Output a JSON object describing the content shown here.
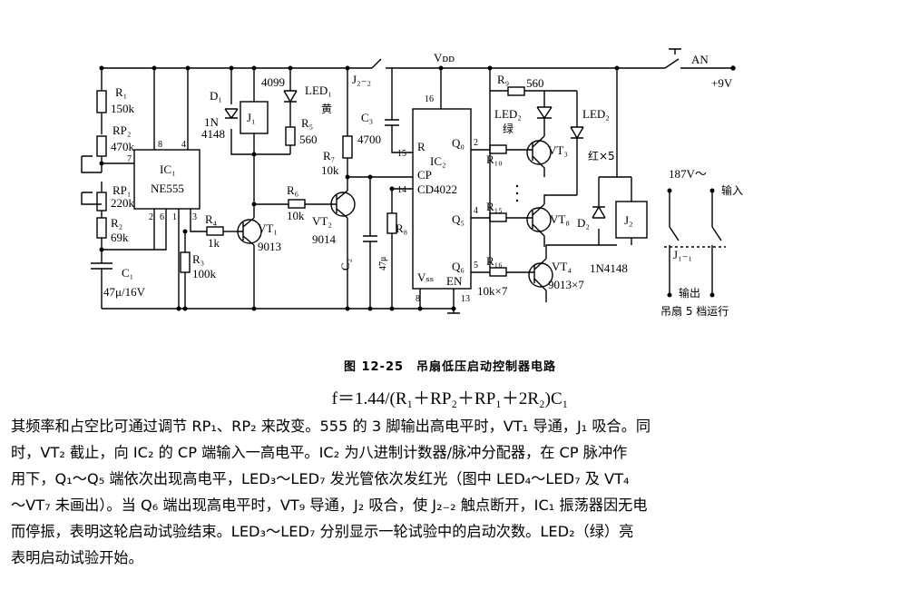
{
  "circuit": {
    "labels": {
      "r1": "R₁",
      "r1_val": "150k",
      "rp2": "RP₂",
      "rp2_val": "470k",
      "rp1": "RP₁",
      "rp1_val": "220k",
      "r2": "R₂",
      "r2_val": "69k",
      "c1": "C₁",
      "c1_val": "47μ/16V",
      "ic1": "IC₁",
      "ic1_type": "NE555",
      "pin8": "8",
      "pin4": "4",
      "pin7": "7",
      "pin2": "2",
      "pin6": "6",
      "pin1": "1",
      "pin3": "3",
      "d1": "D₁",
      "d1_type": "1N",
      "d1_type2": "4148",
      "j1": "J₁",
      "relay1_type": "4099",
      "led1": "LED₁",
      "led1_color": "黄",
      "r5": "R₅",
      "r5_val": "560",
      "r4": "R₄",
      "r4_val": "1k",
      "r3": "R₃",
      "r3_val": "100k",
      "vt1": "VT₁",
      "vt1_type": "9013",
      "r6": "R₆",
      "r6_val": "10k",
      "r7": "R₇",
      "r7_val": "10k",
      "vt2": "VT₂",
      "vt2_type": "9014",
      "c2": "C₂",
      "c2_val": "47μ",
      "j22": "J₂₋₂",
      "c3": "C₃",
      "c3_val": "4700",
      "r8": "R₈",
      "vdd": "Vᴅᴅ",
      "pin16": "16",
      "pin15": "15",
      "pin14": "14",
      "pin8b": "8",
      "pin13": "13",
      "ic2_r": "R",
      "ic2": "IC₂",
      "ic2_cp": "CP",
      "ic2_type": "CD4022",
      "ic2_vss": "Vₛₛ",
      "ic2_en": "EN",
      "q0": "Q₀",
      "q5": "Q₅",
      "q6": "Q₆",
      "pin2b": "2",
      "pin4b": "4",
      "pin5b": "5",
      "r9": "R₉",
      "r9_val": "560",
      "led2a": "LED₂",
      "led2a_color": "绿",
      "led2b": "LED₂",
      "led2b_color": "红×5",
      "r10": "R₁₀",
      "vt3": "VT₃",
      "r15": "R₁₅",
      "vt8": "VT₈",
      "r16": "R₁₆",
      "r16_val": "10k×7",
      "vt4": "VT₄",
      "vt4_type": "9013×7",
      "d2": "D₂",
      "d2_type": "1N4148",
      "j2": "J₂",
      "an": "AN",
      "supply": "+9V",
      "mains": "187V～",
      "input": "输入",
      "j11": "J₁₋₁",
      "output": "输出",
      "fan_run": "吊扇 5 档运行"
    }
  },
  "caption": "图 12-25　吊扇低压启动控制器电路",
  "formula": "f＝1.44/(R₁＋RP₂＋RP₁＋2R₂)C₁",
  "paragraph": [
    "其频率和占空比可通过调节 RP₁、RP₂ 来改变。555 的 3 脚输出高电平时，VT₁ 导通，J₁ 吸合。同",
    "时，VT₂ 截止，向 IC₂ 的 CP 端输入一高电平。IC₂ 为八进制计数器/脉冲分配器，在 CP 脉冲作",
    "用下，Q₁～Q₅ 端依次出现高电平，LED₃～LED₇ 发光管依次发红光（图中 LED₄～LED₇ 及 VT₄",
    "～VT₇ 未画出）。当 Q₆ 端出现高电平时，VT₉ 导通，J₂ 吸合，使 J₂₋₂ 触点断开，IC₁ 振荡器因无电",
    "而停振，表明这轮启动试验结束。LED₃～LED₇ 分别显示一轮试验中的启动次数。LED₂（绿）亮",
    "表明启动试验开始。"
  ]
}
